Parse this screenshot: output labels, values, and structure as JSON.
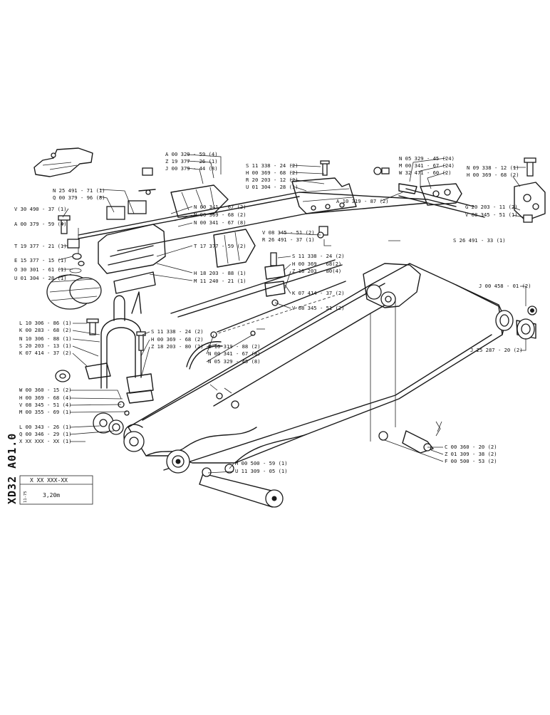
{
  "sheet": {
    "code": "XD32 A01.0",
    "part_number": "X XX XXX-XX",
    "date": "11-75",
    "description": "3,20m"
  },
  "callouts": {
    "a_00_329_59_4_top": "A 00 329 - 59 (4)",
    "z_19_377_26_1": "Z 19 377 - 26 (1)",
    "j_00_379_44_8": "J 00 379 - 44 (8)",
    "n_25_491_71_1": "N 25 491 - 71 (1)",
    "q_00_379_96_8": "Q 00 379 - 96 (8)",
    "v_30_490_37_1": "V 30 490 - 37 (1)",
    "a_00_379_59_4": "A 00 379 - 59 (4)",
    "t_19_377_21_1": "T 19 377 - 21 (1)",
    "e_15_377_15_1": "E 15 377 - 15 (1)",
    "o_30_301_61_1": "O 30 301 - 61 (1)",
    "u_01_304_28_1_left": "U 01 304 - 28 (1)",
    "n_00_341_67_2": "N 00 341 - 67 (2)",
    "n_00_369_68_2": "N 00 369 - 68 (2)",
    "n_00_341_67_8": "N 00 341 - 67 (8)",
    "t_17_377_59_2": "T 17 377 - 59 (2)",
    "h_18_203_88_1": "H 18 203 - 88 (1)",
    "m_11_240_21_1": "M 11 240 - 21 (1)",
    "s_11_338_24_2_top": "S 11 338 - 24 (2)",
    "h_00_369_68_2_top": "H 00 369 - 68 (2)",
    "r_20_203_12_2": "R 20 203 - 12 (2)",
    "u_01_304_28_1_top": "U 01 304 - 28 (1)",
    "a_10_319_87_2": "A 10 319 - 87 (2)",
    "n_05_329_45_24": "N 05 329 - 45 (24)",
    "m_00_341_67_24": "M 00 341 - 67 (24)",
    "w_32_471_60_2": "W 32 471 - 60 (2)",
    "n_09_338_12_1": "N 09 338 - 12 (1)",
    "h_00_369_68_2_right": "H 00 369 - 68 (2)",
    "g_20_203_11_2": "G 20 203 - 11 (2)",
    "v_08_345_51_1": "V 08 345 - 51 (1)",
    "v_08_345_51_2_mid": "V 08 345 - 51 (2)",
    "r_26_491_37_1": "R 26 491 - 37 (1)",
    "s_26_491_33_1": "S 26 491 - 33 (1)",
    "s_11_338_24_2_mid": "S 11 338 - 24 (2)",
    "h_00_369_68_2_mid": "H 00 369 - 68(2)",
    "z_18_203_80_4": "Z 18 203 - 80(4)",
    "k_07_414_37_2_mid": "K 07 414 - 37 (2)",
    "v_08_345_51_2_low": "V 08 345 - 51 (2)",
    "j_00_458_01_2": "J 00 458 - 01 (2)",
    "j_25_287_20_2": "J 25 287 - 20 (2)",
    "l_10_306_86_1": "L 10 306 - 86 (1)",
    "k_00_283_68_2": "K 00 283 - 68 (2)",
    "n_10_306_88_1": "N 10 306 - 88 (1)",
    "s_20_203_13_1": "S 20 203 - 13 (1)",
    "k_07_414_37_2_left": "K 07 414 - 37 (2)",
    "s_11_338_24_2_low": "S 11 338 - 24 (2)",
    "h_00_369_68_2_low": "H 00 369 - 68 (2)",
    "z_18_203_80_2": "Z 18 203 - 80 (2)",
    "b_10_319_88_2": "B 10 319 - 88 (2)",
    "n_00_341_67_8_low": "N 00 341 - 67 (8)",
    "n_05_329_45_8": "N 05 329 - 45 (8)",
    "w_00_360_15_2": "W 00 360 - 15 (2)",
    "h_00_369_68_4": "H 00 369 - 68 (4)",
    "v_08_345_51_4": "V 08 345 - 51 (4)",
    "m_00_355_69_1": "M 00 355 - 69 (1)",
    "l_00_343_26_1": "L 00 343 - 26 (1)",
    "q_00_346_29_1": "Q 00 346 - 29 (1)",
    "x_xx_xxx_xx_1": "X XX XXX - XX (1)",
    "m_00_500_59_1": "M 00 500 - 59 (1)",
    "u_11_309_05_1": "U 11 309 - 05 (1)",
    "c_00_360_20_2": "C 00 360 - 20 (2)",
    "z_01_309_38_2": "Z 01 309 - 38 (2)",
    "f_00_500_53_2": "F 00 500 - 53 (2)"
  }
}
